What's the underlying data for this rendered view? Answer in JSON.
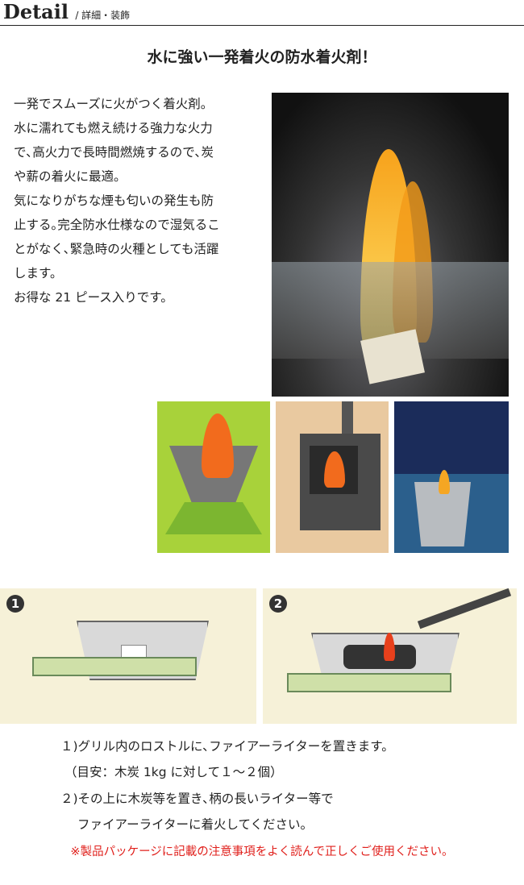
{
  "header": {
    "title": "Detail",
    "subtitle": "/ 詳細・装飾"
  },
  "headline": "水に強い一発着火の防水着火剤！",
  "description": [
    "一発でスムーズに火がつく着火剤。",
    "水に濡れても燃え続ける強力な火力",
    "で､高火力で長時間燃焼するので､炭",
    "や薪の着火に最適。",
    "気になりがちな煙も匂いの発生も防",
    "止する｡完全防水仕様なので湿気るこ",
    "とがなく､緊急時の火種としても活躍",
    "します。",
    "お得な 21 ピース入りです。"
  ],
  "steps": {
    "badges": [
      "1",
      "2"
    ],
    "lines": [
      "１)グリル内のロストルに､ファイアーライターを置きます。",
      "（目安：木炭 1kg に対して１～２個）",
      "２)その上に木炭等を置き､柄の長いライター等で",
      "ファイアーライターに着火してください。"
    ],
    "warning": "※製品パッケージに記載の注意事項をよく読んで正しくご使用ください。"
  },
  "colors": {
    "warning": "#e0201c",
    "step_bg": "#f6f1d8"
  }
}
